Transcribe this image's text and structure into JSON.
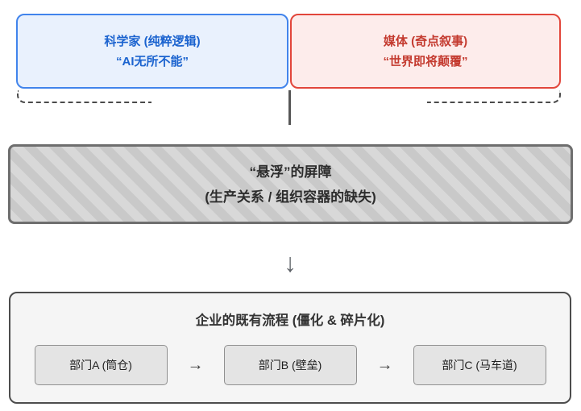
{
  "diagram": {
    "top": {
      "scientist": {
        "line1": "科学家 (纯粹逻辑)",
        "line2": "“AI无所不能”"
      },
      "media": {
        "line1": "媒体 (奇点叙事)",
        "line2": "“世界即将颠覆”"
      }
    },
    "barrier": {
      "line1": "“悬浮”的屏障",
      "line2": "(生产关系 / 组织容器的缺失)"
    },
    "bottom": {
      "title": "企业的既有流程 (僵化 & 碎片化)",
      "departments": [
        "部门A (筒仓)",
        "部门B (壁垒)",
        "部门C (马车道)"
      ]
    },
    "glyphs": {
      "down_arrow": "↓",
      "flow_arrow": "→"
    },
    "colors": {
      "scientist_border": "#4184ec",
      "scientist_fill": "#e9f1fd",
      "scientist_text": "#1b63cf",
      "media_border": "#e2463b",
      "media_fill": "#fdeceb",
      "media_text": "#c43b30",
      "barrier_border": "#6e6e6e",
      "barrier_stripe_light": "#d8d8d8",
      "barrier_stripe_dark": "#c9c9c9",
      "connector_line": "#4a4a4a",
      "bottom_box_fill": "#f5f5f5",
      "dept_fill": "#e4e4e4"
    }
  }
}
